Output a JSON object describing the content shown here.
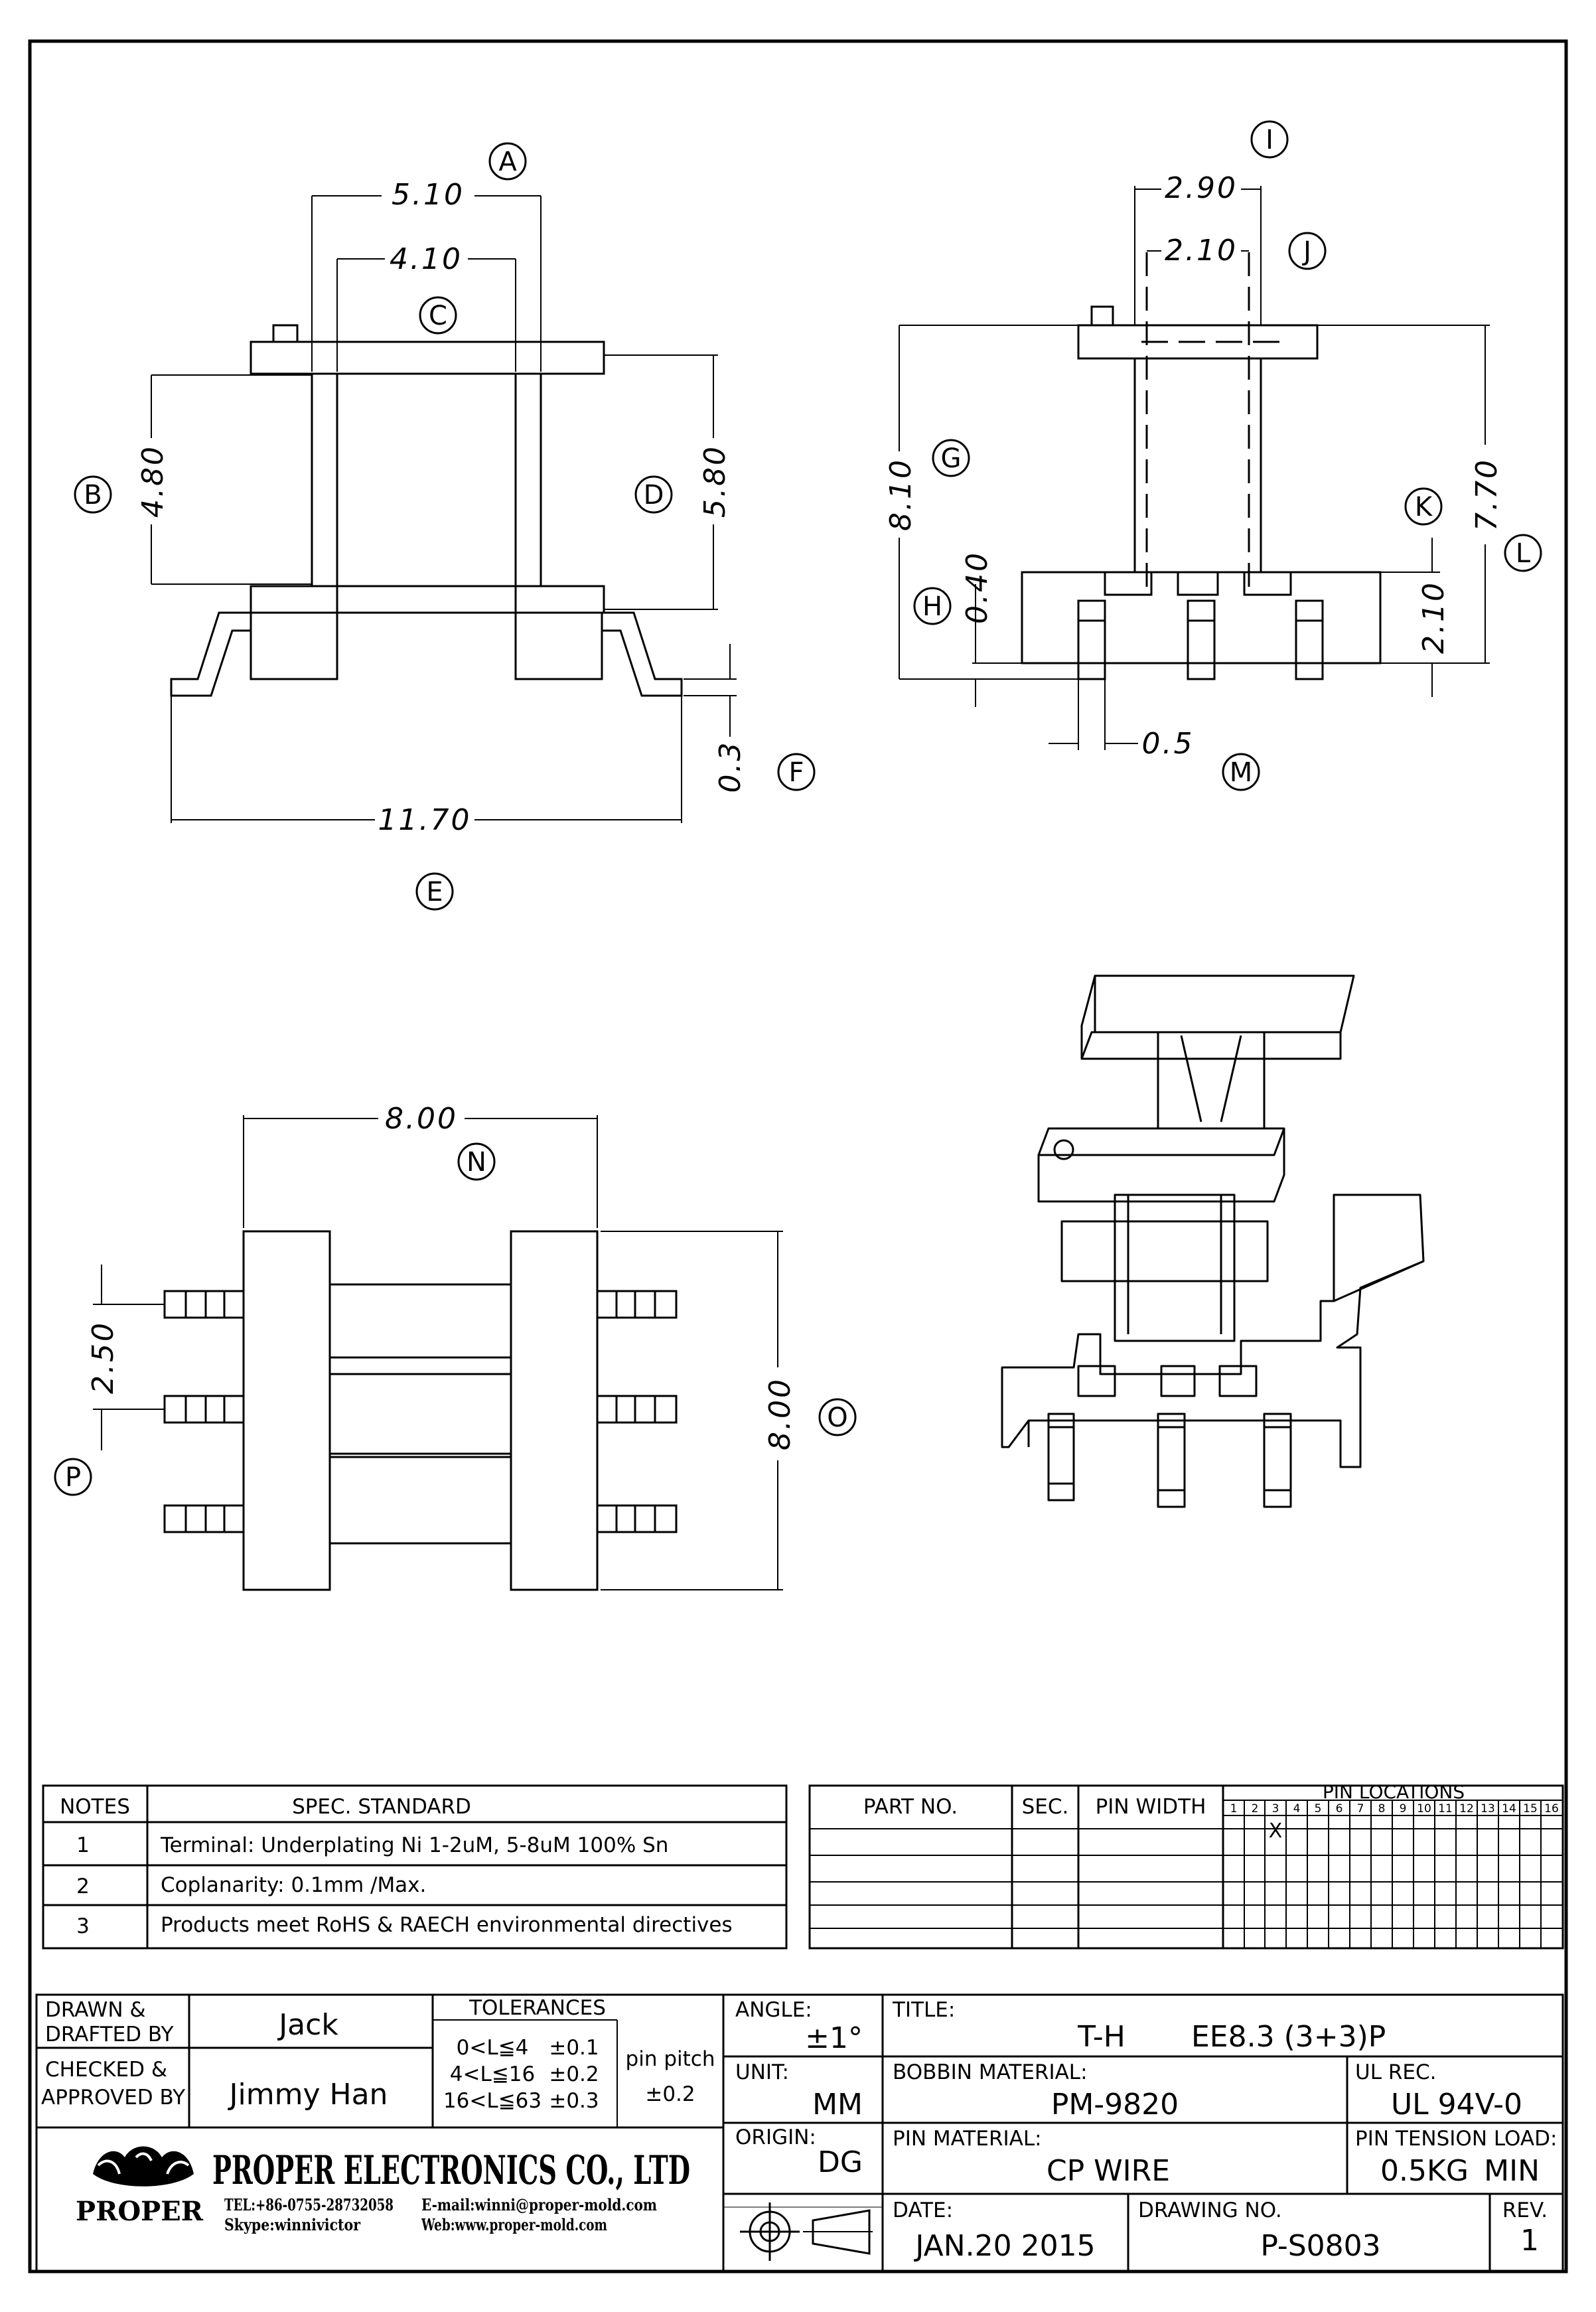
{
  "dimensions": {
    "A": "5.10",
    "C": "4.10",
    "B": "4.80",
    "D": "5.80",
    "E": "11.70",
    "F": "0.3",
    "I": "2.90",
    "J": "2.10",
    "G": "8.10",
    "L": "7.70",
    "H": "0.40",
    "K": "2.10",
    "M": "0.5",
    "N": "8.00",
    "O": "8.00",
    "P": "2.50"
  },
  "bubbles": [
    "A",
    "B",
    "C",
    "D",
    "E",
    "F",
    "G",
    "H",
    "I",
    "J",
    "K",
    "L",
    "M",
    "N",
    "O",
    "P"
  ],
  "notes": {
    "header_no": "NOTES",
    "header_spec": "SPEC. STANDARD",
    "rows": [
      {
        "no": "1",
        "text": "Terminal: Underplating Ni 1-2uM, 5-8uM 100% Sn"
      },
      {
        "no": "2",
        "text": "Coplanarity: 0.1mm /Max."
      },
      {
        "no": "3",
        "text": "Products meet RoHS & RAECH environmental directives"
      }
    ]
  },
  "parts_table": {
    "part_no": "PART NO.",
    "sec": "SEC.",
    "pin_width": "PIN WIDTH",
    "pin_locations": "PIN LOCATIONS",
    "pin_numbers": [
      "1",
      "2",
      "3",
      "4",
      "5",
      "6",
      "7",
      "8",
      "9",
      "10",
      "11",
      "12",
      "13",
      "14",
      "15",
      "16"
    ],
    "mark": "X",
    "marked_pin": 3
  },
  "title_block": {
    "drawn_label": [
      "DRAWN &",
      "DRAFTED BY"
    ],
    "drawn_by": "Jack",
    "checked_label": [
      "CHECKED &",
      "APPROVED BY"
    ],
    "approved_by": "Jimmy Han",
    "tolerances_label": "TOLERANCES",
    "tol_rows": [
      {
        "range": "0<L≦4",
        "tol": "±0.1"
      },
      {
        "range": "4<L≦16",
        "tol": "±0.2"
      },
      {
        "range": "16<L≦63",
        "tol": "±0.3"
      }
    ],
    "pin_pitch_label": "pin pitch",
    "pin_pitch": "±0.2",
    "angle_label": "ANGLE:",
    "angle": "±1°",
    "unit_label": "UNIT:",
    "unit": "MM",
    "origin_label": "ORIGIN:",
    "origin": "DG",
    "title_label": "TITLE:",
    "title_left": "T-H",
    "title_right": "EE8.3 (3+3)P",
    "bobbin_label": "BOBBIN MATERIAL:",
    "bobbin": "PM-9820",
    "ul_label": "UL REC.",
    "ul": "UL 94V-0",
    "pin_material_label": "PIN MATERIAL:",
    "pin_material": "CP WIRE",
    "pin_tension_label": "PIN TENSION LOAD:",
    "pin_tension": "0.5KG",
    "pin_tension_min": "MIN",
    "date_label": "DATE:",
    "date": "JAN.20 2015",
    "drawing_no_label": "DRAWING NO.",
    "drawing_no": "P-S0803",
    "rev_label": "REV.",
    "rev": "1"
  },
  "company": {
    "name": "PROPER ELECTRONICS CO., LTD",
    "logo_text": "PROPER",
    "tel": "TEL:+86-0755-28732058",
    "email": "E-mail:winni@proper-mold.com",
    "skype": "Skype:winnivictor",
    "web": "Web:www.proper-mold.com"
  }
}
